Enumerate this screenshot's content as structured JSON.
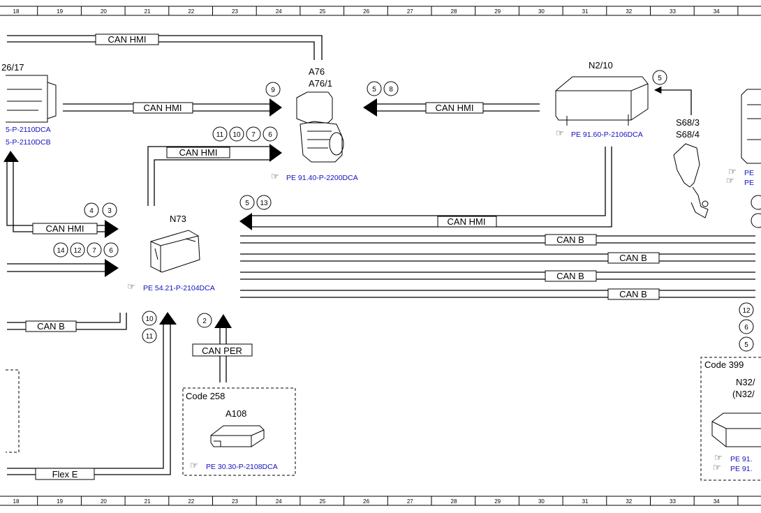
{
  "ruler": {
    "top": [
      "18",
      "19",
      "20",
      "21",
      "22",
      "23",
      "24",
      "25",
      "26",
      "27",
      "28",
      "29",
      "30",
      "31",
      "32",
      "33",
      "34"
    ],
    "bottom": [
      "18",
      "19",
      "20",
      "21",
      "22",
      "23",
      "24",
      "25",
      "26",
      "27",
      "28",
      "29",
      "30",
      "31",
      "32",
      "33",
      "34"
    ]
  },
  "components": {
    "left_partial": "26/17",
    "a76": "A76",
    "a76_1": "A76/1",
    "n2_10": "N2/10",
    "s68_3": "S68/3",
    "s68_4": "S68/4",
    "n73": "N73",
    "a108": "A108",
    "n32_a": "N32/",
    "n32_b": "(N32/"
  },
  "refs": {
    "left_1": "5-P-2110DCA",
    "left_2": "5-P-2110DCB",
    "a76": "PE 91.40-P-2200DCA",
    "n2_10": "PE 91.60-P-2106DCA",
    "n73": "PE 54.21-P-2104DCA",
    "a108": "PE 30.30-P-2108DCA",
    "right_1": "PE",
    "right_2": "PE",
    "right_3": "PE 91.",
    "right_4": "PE 91."
  },
  "codes": {
    "code258": "Code 258",
    "code399": "Code 399"
  },
  "buses": {
    "can_hmi_top": "CAN HMI",
    "can_hmi_a76_in": "CAN HMI",
    "can_hmi_a76_right": "CAN HMI",
    "can_hmi_mid": "CAN HMI",
    "can_hmi_left": "CAN HMI",
    "can_hmi_n73": "CAN HMI",
    "can_b_1": "CAN B",
    "can_b_2": "CAN B",
    "can_b_3": "CAN B",
    "can_b_4": "CAN B",
    "can_b_left": "CAN B",
    "can_per": "CAN PER",
    "flex_e": "Flex E"
  },
  "circles": {
    "c9": "9",
    "c5a": "5",
    "c8": "8",
    "c11a": "11",
    "c10a": "10",
    "c7a": "7",
    "c6a": "6",
    "c5b": "5",
    "c4": "4",
    "c3": "3",
    "c14": "14",
    "c12a": "12",
    "c7b": "7",
    "c6b": "6",
    "c5c": "5",
    "c13": "13",
    "c10b": "10",
    "c11b": "11",
    "c2": "2",
    "c12b": "12",
    "c6c": "6",
    "c5d": "5"
  }
}
